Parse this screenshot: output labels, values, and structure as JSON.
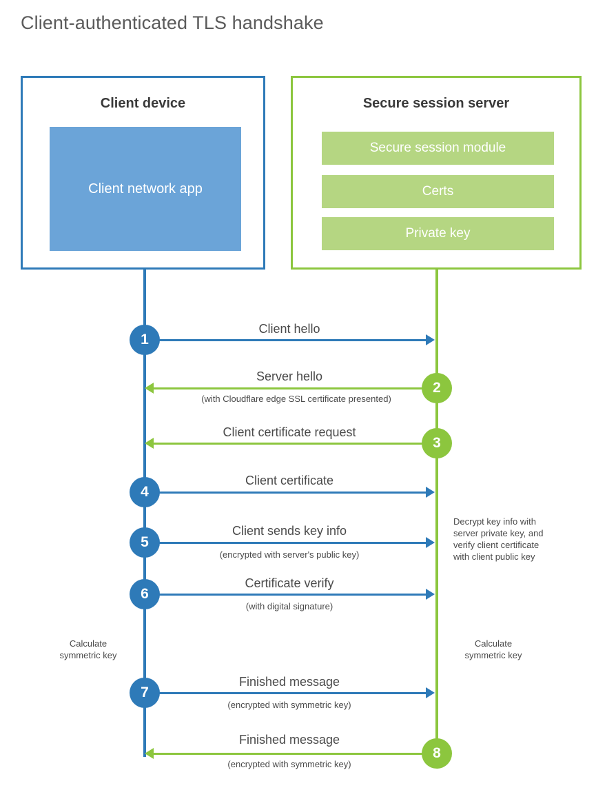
{
  "title": "Client-authenticated TLS handshake",
  "colors": {
    "client_border": "#2E7AB8",
    "client_fill": "#6BA4D8",
    "server_border": "#8CC63E",
    "server_fill": "#B5D682",
    "text": "#4a4a4a",
    "title_text": "#5b5b5b"
  },
  "client_box": {
    "title": "Client device",
    "app_label": "Client network app"
  },
  "server_box": {
    "title": "Secure session server",
    "items": [
      {
        "label": "Secure session module"
      },
      {
        "label": "Certs"
      },
      {
        "label": "Private key"
      }
    ]
  },
  "steps": [
    {
      "number": "1",
      "label": "Client hello",
      "sub": "",
      "direction": "client-to-server",
      "color": "blue"
    },
    {
      "number": "2",
      "label": "Server hello",
      "sub": "(with Cloudflare edge SSL certificate presented)",
      "direction": "server-to-client",
      "color": "green"
    },
    {
      "number": "3",
      "label": "Client certificate request",
      "sub": "",
      "direction": "server-to-client",
      "color": "green"
    },
    {
      "number": "4",
      "label": "Client certificate",
      "sub": "",
      "direction": "client-to-server",
      "color": "blue"
    },
    {
      "number": "5",
      "label": "Client sends key info",
      "sub": "(encrypted with server's public key)",
      "direction": "client-to-server",
      "color": "blue"
    },
    {
      "number": "6",
      "label": "Certificate verify",
      "sub": "(with digital signature)",
      "direction": "client-to-server",
      "color": "blue"
    },
    {
      "number": "7",
      "label": "Finished message",
      "sub": "(encrypted with symmetric key)",
      "direction": "client-to-server",
      "color": "blue"
    },
    {
      "number": "8",
      "label": "Finished message",
      "sub": "(encrypted with symmetric key)",
      "direction": "server-to-client",
      "color": "green"
    }
  ],
  "notes": {
    "server_decrypt": "Decrypt key info with\nserver private key, and\nverify client certificate\nwith client public key",
    "client_calculate": "Calculate\nsymmetric key",
    "server_calculate": "Calculate\nsymmetric key"
  }
}
